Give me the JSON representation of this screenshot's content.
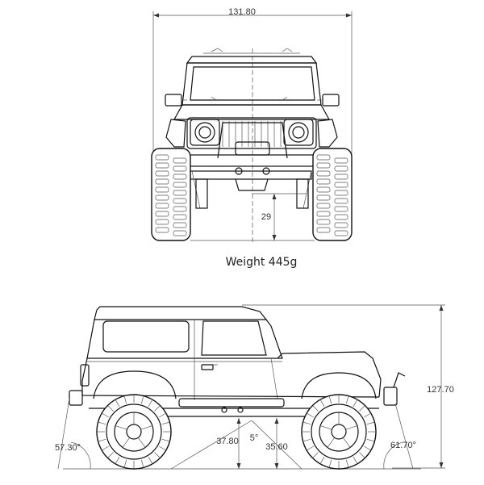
{
  "dimensions": {
    "width": "131.80",
    "ground_clearance": "29",
    "height": "127.70",
    "approach_angle": "57.30°",
    "departure_angle": "61.70°",
    "breakover_angle": "5°",
    "front_clearance": "37.80",
    "rear_clearance": "35.60"
  },
  "weight_label": "Weight  445g"
}
